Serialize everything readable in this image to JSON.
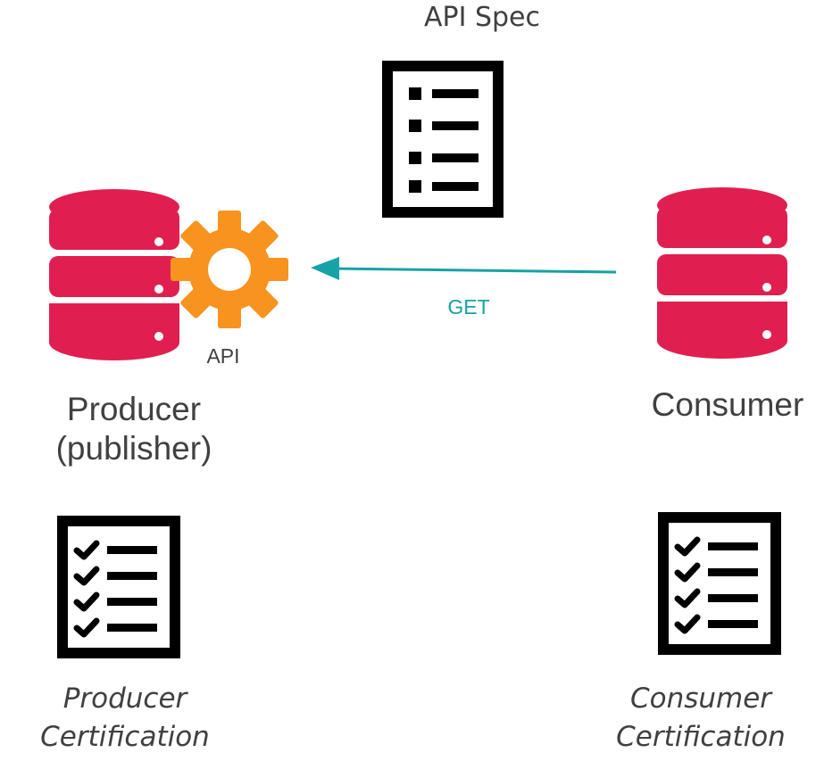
{
  "spec": {
    "title": "API Spec",
    "icon": "document-list-icon"
  },
  "producer": {
    "name_line1": "Producer",
    "name_line2": "(publisher)",
    "api_label": "API",
    "icon": "database-icon",
    "api_icon": "gear-icon",
    "certification_line1": "Producer",
    "certification_line2": "Certification"
  },
  "consumer": {
    "name": "Consumer",
    "icon": "database-icon",
    "certification_line1": "Consumer",
    "certification_line2": "Certification"
  },
  "request": {
    "label": "GET",
    "direction": "consumer-to-producer"
  },
  "colors": {
    "database": "#e01f50",
    "gear": "#f7931e",
    "arrow": "#17a2a6",
    "icon_outline": "#000000",
    "text": "#404040"
  }
}
